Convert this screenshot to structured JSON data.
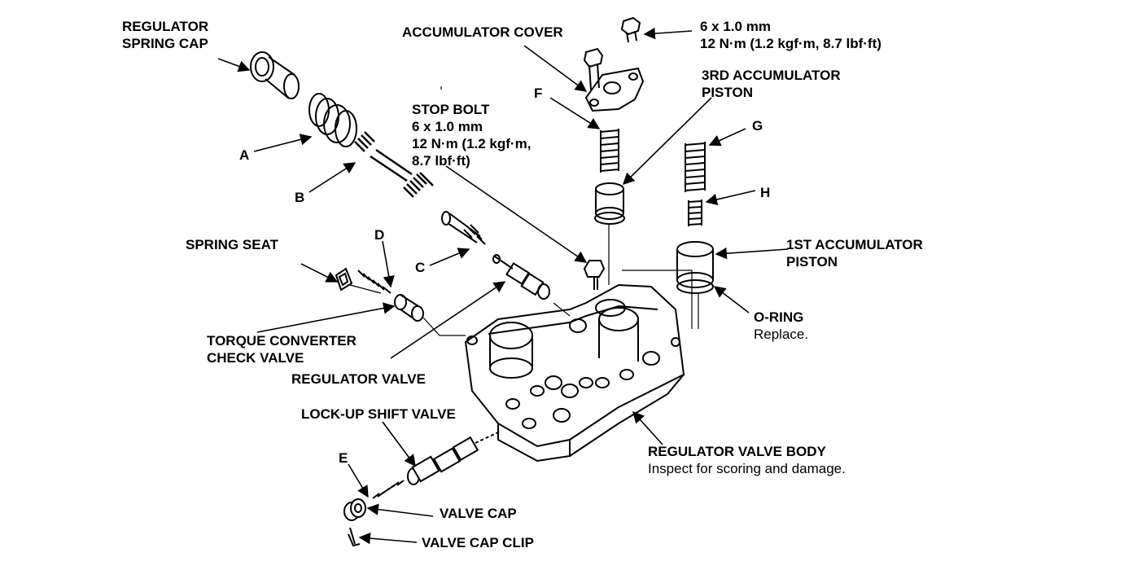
{
  "labels": {
    "regulator_spring_cap": [
      "REGULATOR",
      "SPRING CAP"
    ],
    "accumulator_cover": "ACCUMULATOR COVER",
    "bolt_spec": [
      "6 x 1.0 mm",
      "12 N·m (1.2 kgf·m, 8.7 lbf·ft)"
    ],
    "third_accumulator_piston": [
      "3RD ACCUMULATOR",
      "PISTON"
    ],
    "stop_bolt": [
      "STOP BOLT",
      "6 x 1.0 mm",
      "12 N·m (1.2 kgf·m,",
      "8.7 lbf·ft)"
    ],
    "f": "F",
    "g": "G",
    "h": "H",
    "a": "A",
    "b": "B",
    "c": "C",
    "d": "D",
    "e": "E",
    "spring_seat": "SPRING SEAT",
    "first_accumulator_piston": [
      "1ST ACCUMULATOR",
      "PISTON"
    ],
    "o_ring": "O-RING",
    "o_ring_note": "Replace.",
    "torque_converter_check_valve": [
      "TORQUE CONVERTER",
      "CHECK VALVE"
    ],
    "regulator_valve": "REGULATOR VALVE",
    "lock_up_shift_valve": "LOCK-UP SHIFT VALVE",
    "regulator_valve_body": "REGULATOR VALVE BODY",
    "regulator_valve_body_note": "Inspect for scoring and damage.",
    "valve_cap": "VALVE CAP",
    "valve_cap_clip": "VALVE CAP CLIP"
  }
}
